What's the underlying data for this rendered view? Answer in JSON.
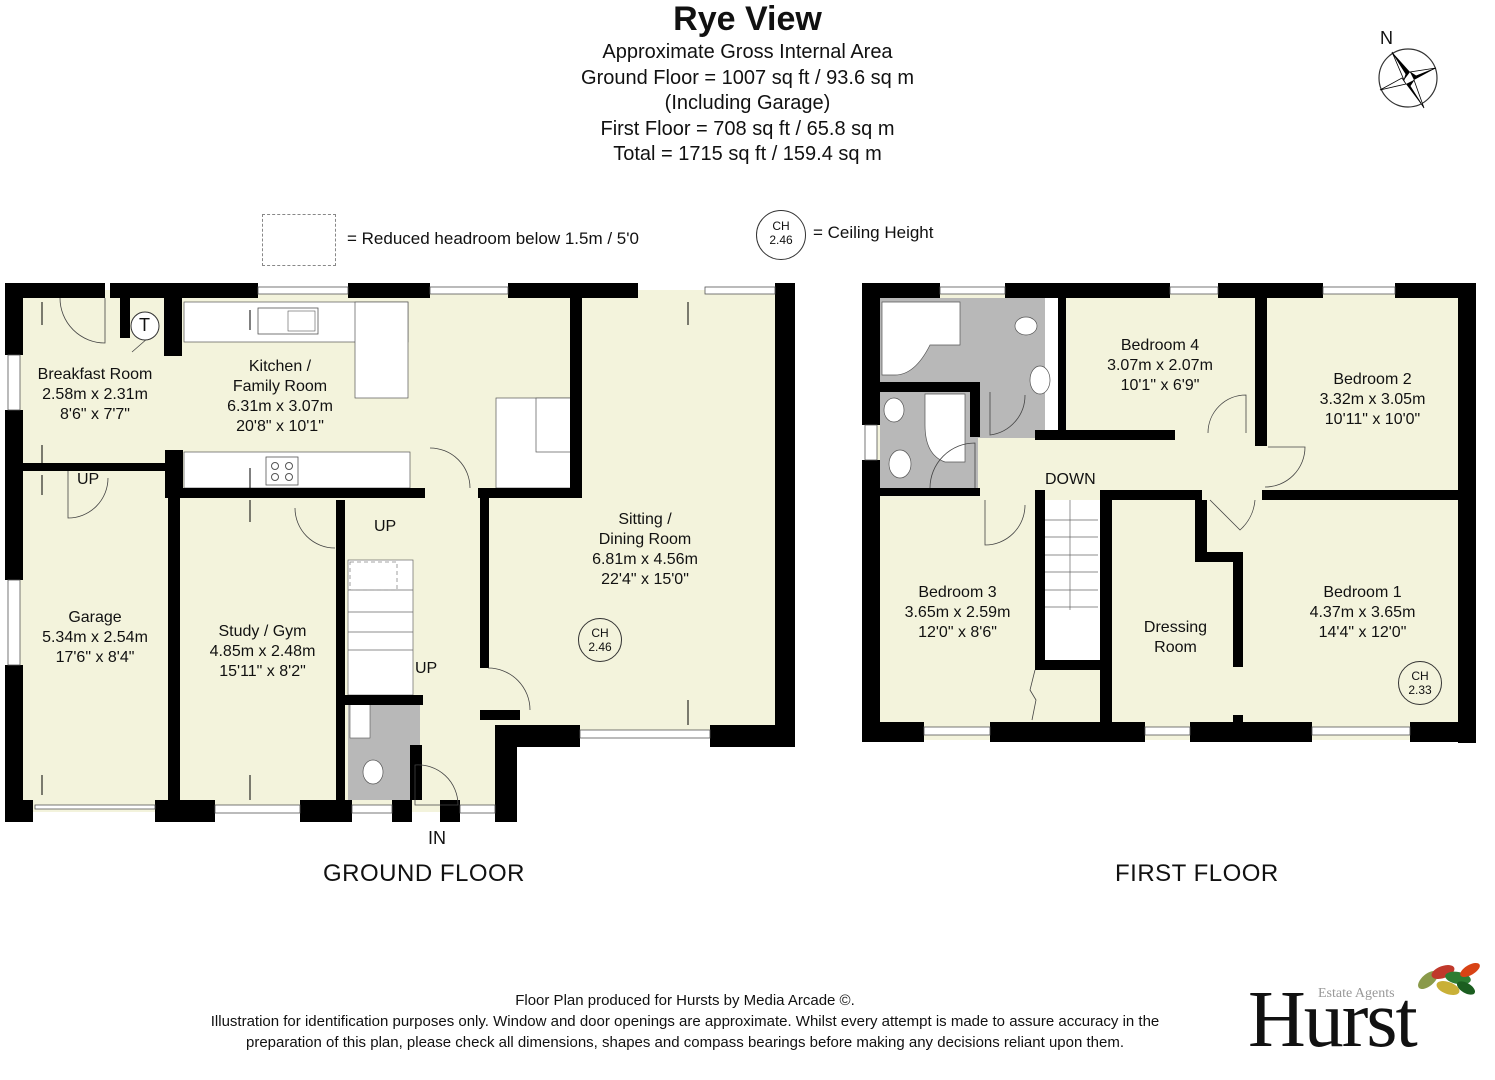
{
  "header": {
    "title": "Rye View",
    "area_lines": [
      "Approximate Gross Internal Area",
      "Ground Floor = 1007 sq ft / 93.6 sq m",
      "(Including Garage)",
      "First Floor = 708 sq ft / 65.8 sq m",
      "Total = 1715 sq ft / 159.4 sq m"
    ]
  },
  "compass": {
    "label": "N"
  },
  "legend": {
    "reduced_headroom": "= Reduced headroom below 1.5m / 5'0",
    "ceiling_height_symbol": {
      "line1": "CH",
      "line2": "2.46"
    },
    "ceiling_height": "= Ceiling Height"
  },
  "ground_floor": {
    "label": "GROUND FLOOR",
    "entrance": "IN",
    "stairs_labels": [
      "UP",
      "UP",
      "UP"
    ],
    "rooms": [
      {
        "name": "Breakfast Room",
        "metric": "2.58m x 2.31m",
        "imperial": "8'6\" x 7'7\""
      },
      {
        "name": "Kitchen /",
        "name2": "Family Room",
        "metric": "6.31m x 3.07m",
        "imperial": "20'8\" x 10'1\""
      },
      {
        "name": "Sitting /",
        "name2": "Dining Room",
        "metric": "6.81m x 4.56m",
        "imperial": "22'4\" x 15'0\""
      },
      {
        "name": "Garage",
        "metric": "5.34m x 2.54m",
        "imperial": "17'6\" x 8'4\""
      },
      {
        "name": "Study / Gym",
        "metric": "4.85m x 2.48m",
        "imperial": "15'11\" x 8'2\""
      }
    ],
    "boiler_symbol": "T",
    "ceiling_height": {
      "line1": "CH",
      "line2": "2.46"
    }
  },
  "first_floor": {
    "label": "FIRST FLOOR",
    "stairs_label": "DOWN",
    "rooms": [
      {
        "name": "Bedroom 4",
        "metric": "3.07m x 2.07m",
        "imperial": "10'1\" x 6'9\""
      },
      {
        "name": "Bedroom 2",
        "metric": "3.32m x 3.05m",
        "imperial": "10'11\" x 10'0\""
      },
      {
        "name": "Bedroom 3",
        "metric": "3.65m x 2.59m",
        "imperial": "12'0\" x 8'6\""
      },
      {
        "name": "Dressing",
        "name2": "Room"
      },
      {
        "name": "Bedroom 1",
        "metric": "4.37m x 3.65m",
        "imperial": "14'4\" x 12'0\""
      }
    ],
    "ceiling_height": {
      "line1": "CH",
      "line2": "2.33"
    }
  },
  "footer": {
    "line1": "Floor Plan produced for Hursts by Media Arcade ©.",
    "line2": "Illustration for identification purposes only. Window and door openings are approximate. Whilst every attempt is made to assure accuracy in the",
    "line3": "preparation of this plan, please check all dimensions, shapes and compass bearings before making any decisions reliant upon them."
  },
  "logo": {
    "tagline": "Estate Agents",
    "name": "Hurst"
  },
  "colors": {
    "room_fill": "#f3f3dc",
    "wall": "#000000",
    "bathroom_fill": "#b8b8b8"
  }
}
